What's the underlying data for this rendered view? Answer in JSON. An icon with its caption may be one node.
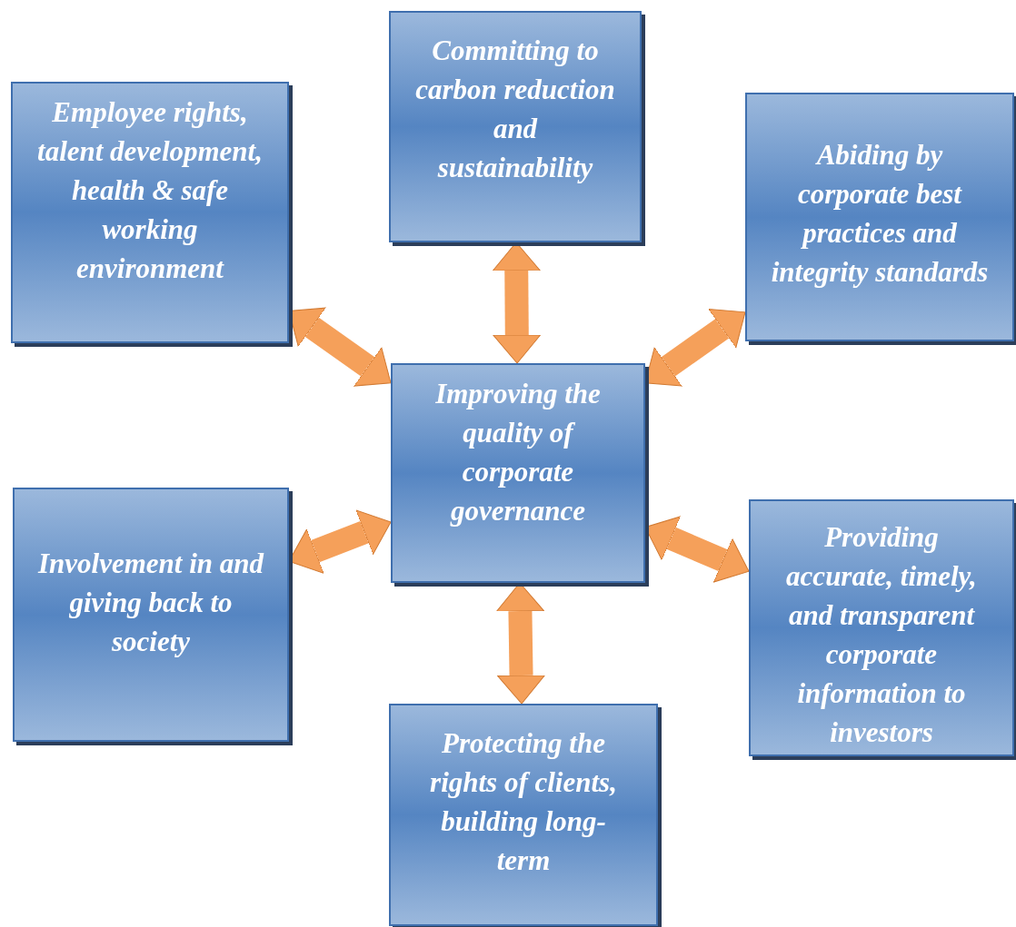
{
  "diagram": {
    "nodes": [
      {
        "text": [
          "Committing to carbon reduction and sustainability"
        ]
      },
      {
        "text": [
          "Employee rights, talent development, health & safe working environment"
        ]
      },
      {
        "text": [
          "Abiding by corporate best practices and integrity standards"
        ]
      },
      {
        "text": [
          "Improving the quality of corporate governance"
        ]
      },
      {
        "text": [
          "Involvement in and giving back to society"
        ]
      },
      {
        "text": [
          "Providing accurate, timely, and transparent corporate information to investors"
        ]
      },
      {
        "text": [
          "Protecting the rights of clients, building long-term"
        ]
      }
    ],
    "edges": [
      {
        "from": 3,
        "to": 0,
        "arrow": "both"
      },
      {
        "from": 3,
        "to": 1,
        "arrow": "both"
      },
      {
        "from": 3,
        "to": 2,
        "arrow": "both"
      },
      {
        "from": 3,
        "to": 4,
        "arrow": "both"
      },
      {
        "from": 3,
        "to": 5,
        "arrow": "both"
      },
      {
        "from": 3,
        "to": 6,
        "arrow": "both"
      }
    ]
  }
}
